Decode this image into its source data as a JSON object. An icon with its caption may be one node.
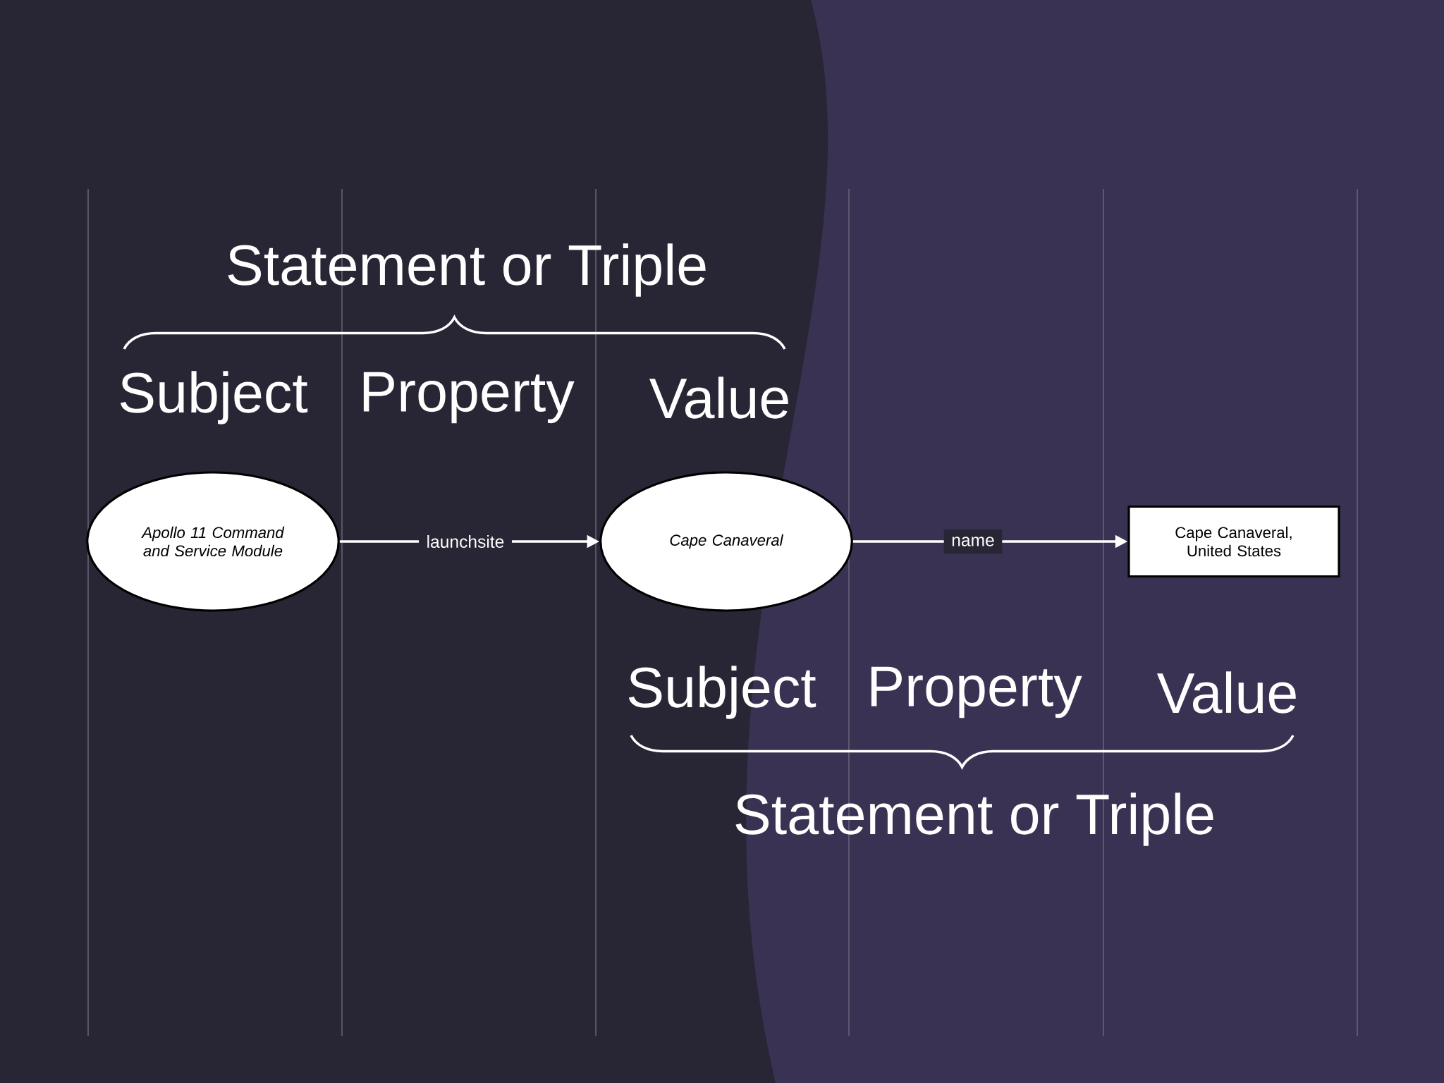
{
  "diagram": {
    "nodes": [
      {
        "text": [
          "Apollo 11 Command and Service Module"
        ]
      },
      {
        "text": [
          "Cape Canaveral"
        ]
      },
      {
        "text": [
          "Cape Canaveral, United States"
        ]
      }
    ],
    "edges": [
      {
        "from": 0,
        "to": 1,
        "arrow": "to",
        "label": "launchsite"
      },
      {
        "from": 1,
        "to": 2,
        "arrow": "to",
        "label": "name"
      }
    ],
    "labels": [
      "Statement or Triple",
      "Subject",
      "Property",
      "Value",
      "Subject",
      "Property",
      "Value",
      "Statement or Triple"
    ]
  }
}
